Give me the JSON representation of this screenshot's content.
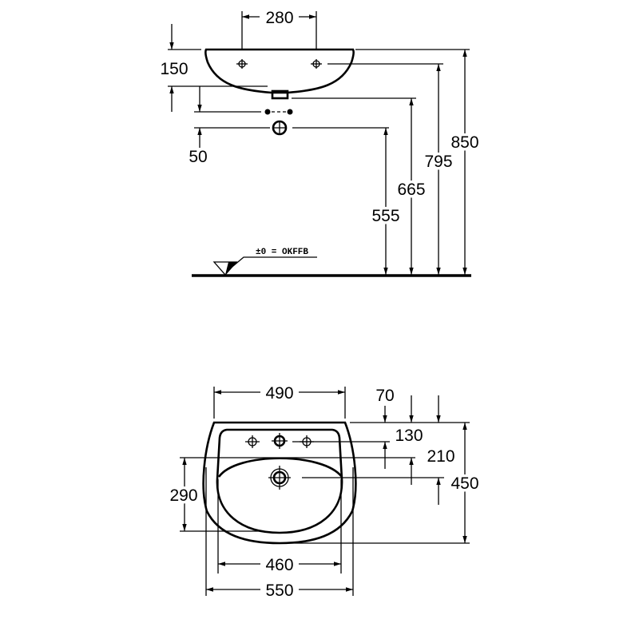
{
  "side_view": {
    "dimensions": {
      "tap_spacing": "280",
      "basin_height": "150",
      "waste_offset": "50",
      "waste_height": "555",
      "outlet_height": "665",
      "tap_height": "795",
      "rim_height": "850"
    },
    "floor_note": "±0 = OKFFB"
  },
  "plan_view": {
    "dimensions": {
      "inner_top_width": "490",
      "tap_depth": "70",
      "bowl_start": "130",
      "drain_depth": "210",
      "overall_depth": "450",
      "bowl_depth": "290",
      "inner_width": "460",
      "overall_width": "550"
    }
  },
  "colors": {
    "line": "#000000",
    "background": "#ffffff"
  }
}
